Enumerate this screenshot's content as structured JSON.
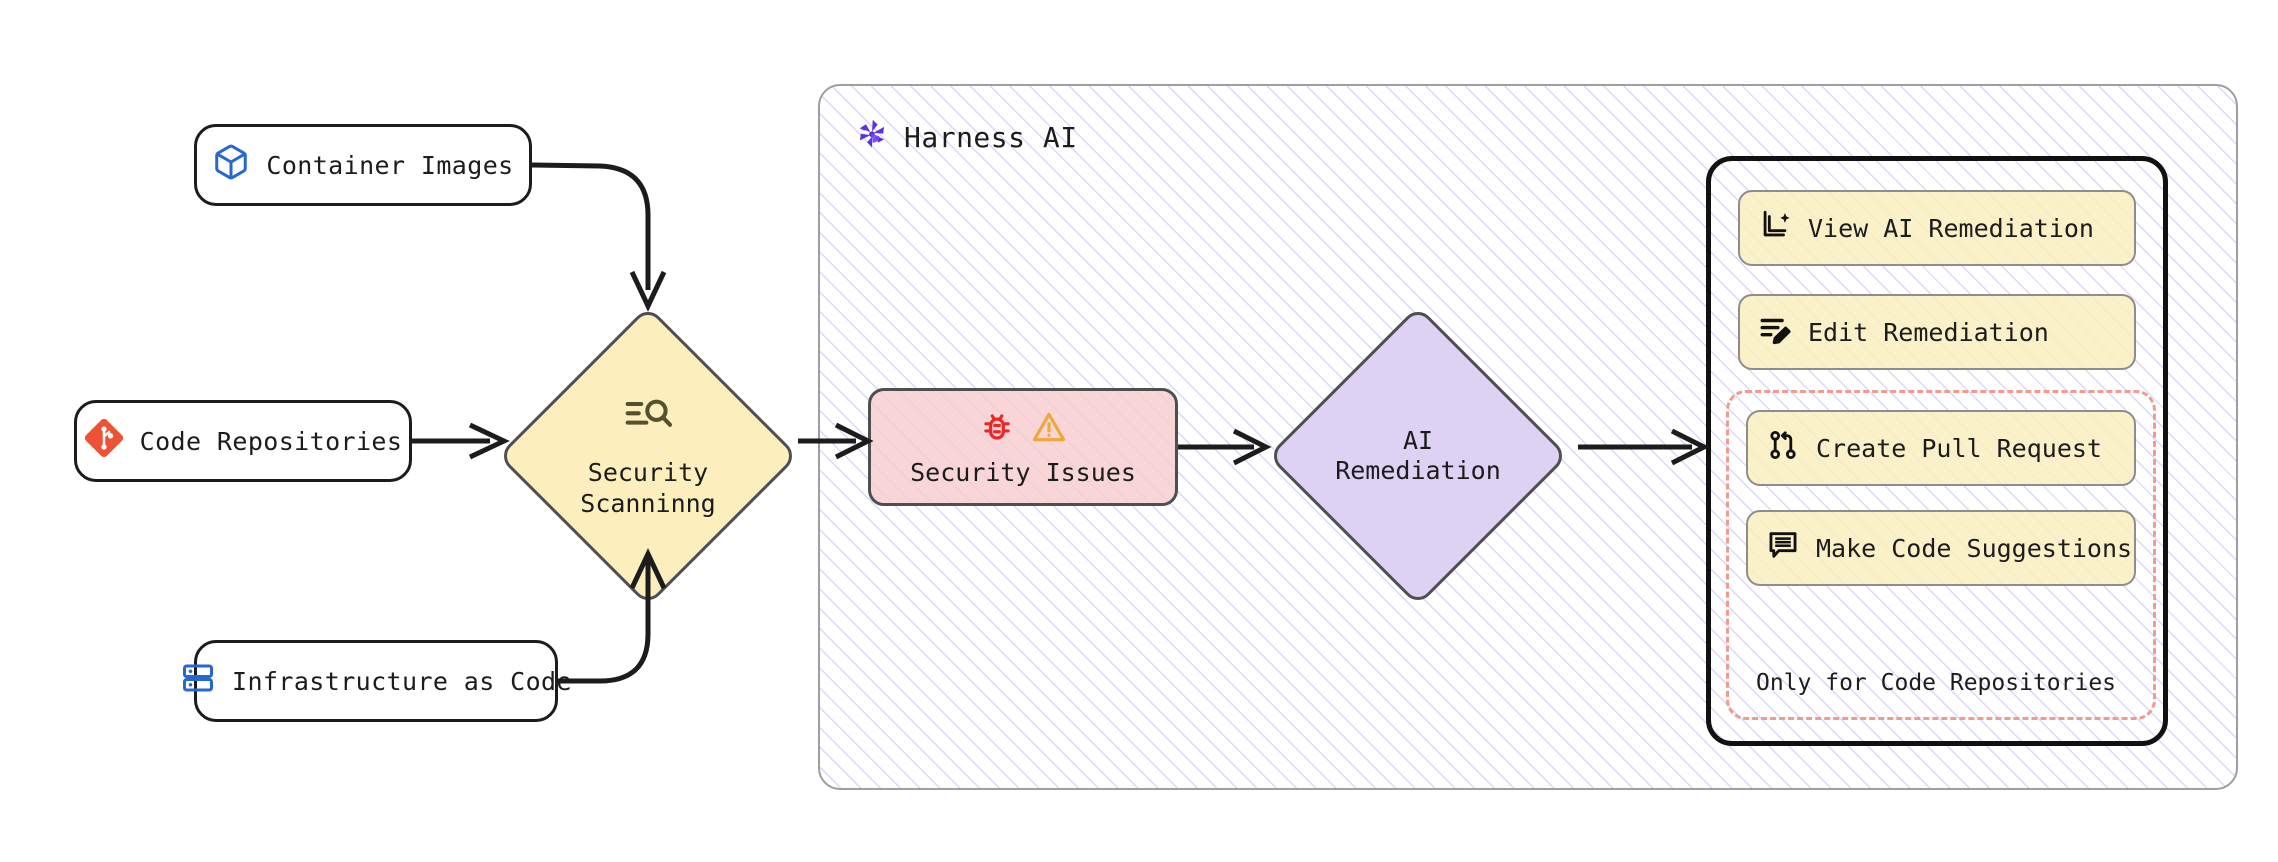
{
  "diagram": {
    "type": "flowchart",
    "title": "Harness AI security scanning and remediation flow"
  },
  "sources": [
    {
      "id": "container-images",
      "label": "Container Images",
      "icon": "cube-icon",
      "icon_color": "#2667d4"
    },
    {
      "id": "code-repositories",
      "label": "Code Repositories",
      "icon": "git-icon",
      "icon_color": "#ef5134"
    },
    {
      "id": "infrastructure-as-code",
      "label": "Infrastructure as Code",
      "icon": "server-stack-icon",
      "icon_color": "#2667d4"
    }
  ],
  "scanning": {
    "label_line1": "Security",
    "label_line2": "Scanninng",
    "icon": "scan-search-icon",
    "fill": "#fdeebd"
  },
  "harness": {
    "title": "Harness AI",
    "logo": "harness-pinwheel-icon",
    "logo_color": "#5a33e0"
  },
  "security_issues": {
    "label": "Security Issues",
    "icons": [
      "bug-icon",
      "warning-triangle-icon"
    ],
    "bug_color": "#ea2727",
    "warning_color": "#eda73b",
    "fill": "#f6cdcf"
  },
  "ai_remediation": {
    "label_line1": "AI",
    "label_line2": "Remediation",
    "fill": "#ddd2f3"
  },
  "actions": {
    "items": [
      {
        "id": "view-ai-remediation",
        "label": "View AI Remediation",
        "icon": "ai-sparkle-document-icon"
      },
      {
        "id": "edit-remediation",
        "label": "Edit Remediation",
        "icon": "edit-pencil-lines-icon"
      },
      {
        "id": "create-pull-request",
        "label": "Create Pull Request",
        "icon": "git-pull-request-icon"
      },
      {
        "id": "make-code-suggestions",
        "label": "Make Code Suggestions",
        "icon": "comment-lines-icon"
      }
    ],
    "group_note": "Only for Code Repositories",
    "group_border_color": "#f09a90",
    "button_fill": "#faeebe"
  }
}
